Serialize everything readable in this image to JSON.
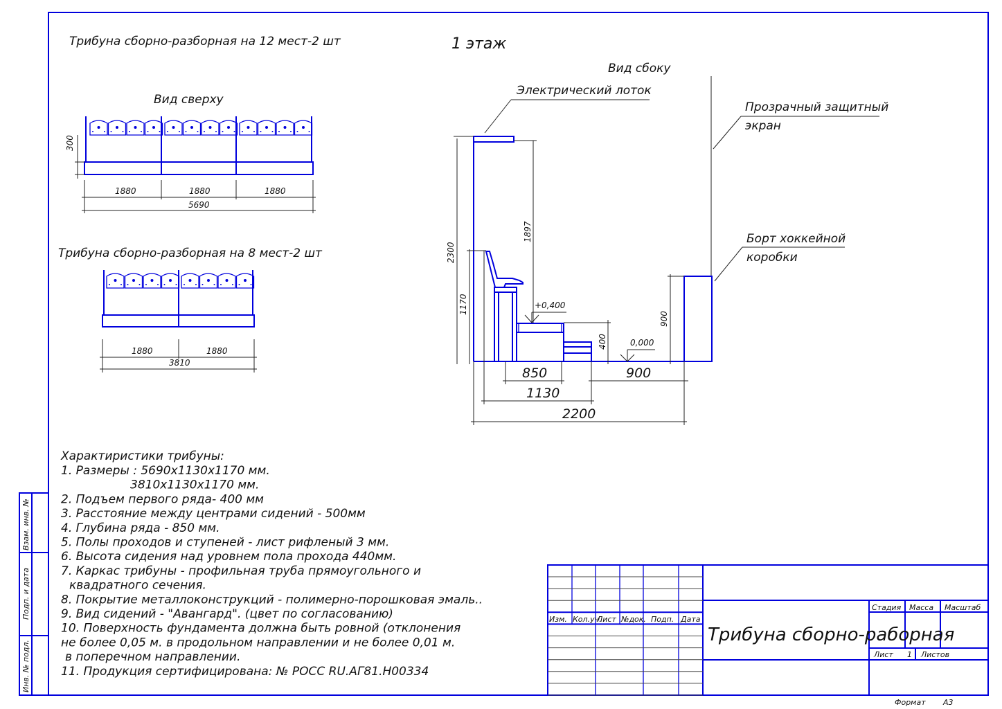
{
  "sheet": {
    "floor_title": "1 этаж",
    "format_label": "Формат",
    "format_value": "А3"
  },
  "tribune12": {
    "title": "Трибуна сборно-разборная на 12 мест-2 шт",
    "view_label": "Вид сверху",
    "depth_dim": "300",
    "section_dims": [
      "1880",
      "1880",
      "1880"
    ],
    "total_dim": "5690"
  },
  "tribune8": {
    "title": "Трибуна сборно-разборная на 8 мест-2 шт",
    "section_dims": [
      "1880",
      "1880"
    ],
    "total_dim": "3810"
  },
  "side_view": {
    "view_label": "Вид сбоку",
    "callout_tray": "Электрический лоток",
    "callout_screen_1": "Прозрачный защитный",
    "callout_screen_2": "экран",
    "callout_board_1": "Борт хоккейной",
    "callout_board_2": "коробки",
    "dim_2300": "2300",
    "dim_1170": "1170",
    "dim_1897": "1897",
    "dim_400": "400",
    "dim_900v": "900",
    "level_top": "+0,400",
    "level_zero": "0,000",
    "dim_850": "850",
    "dim_900h": "900",
    "dim_1130": "1130",
    "dim_2200": "2200"
  },
  "specs": {
    "heading": "Характиристики трибуны:",
    "lines": [
      "1. Размеры : 5690х1130х1170 мм.",
      "3810х1130х1170 мм.",
      "2. Подъем первого ряда- 400 мм",
      "3. Расстояние между центрами сидений  - 500мм",
      "4. Глубина ряда - 850 мм.",
      "5. Полы проходов и ступеней - лист рифленый 3 мм.",
      "6. Высота сидения над уровнем пола прохода 440мм.",
      "7. Каркас трибуны - профильная труба прямоугольного и",
      "квадратного сечения.",
      "8. Покрытие металлоконструкций - полимерно-порошковая эмаль..",
      "9. Вид сидений - \"Авангард\". (цвет по согласованию)",
      "10. Поверхность фундамента должна быть ровной (отклонения",
      "не более 0,05 м. в продольном направлении и не более 0,01 м.",
      "в поперечном направлении.",
      "11. Продукция сертифицирована: № РОСС RU.АГ81.Н00334"
    ]
  },
  "side_stamp": [
    "Взам. инв. №",
    "Подп. и дата",
    "Инв. № подл."
  ],
  "title_block": {
    "columns": [
      "Изм.",
      "Кол.уч.",
      "Лист",
      "№док.",
      "Подп.",
      "Дата"
    ],
    "drawing_title": "Трибуна сборно-раборная",
    "stage_label": "Стадия",
    "mass_label": "Масса",
    "scale_label": "Масштаб",
    "sheet_label": "Лист",
    "sheet_number": "1",
    "sheets_label": "Листов"
  },
  "colors": {
    "line": "#0000dd",
    "dim": "#222222"
  }
}
